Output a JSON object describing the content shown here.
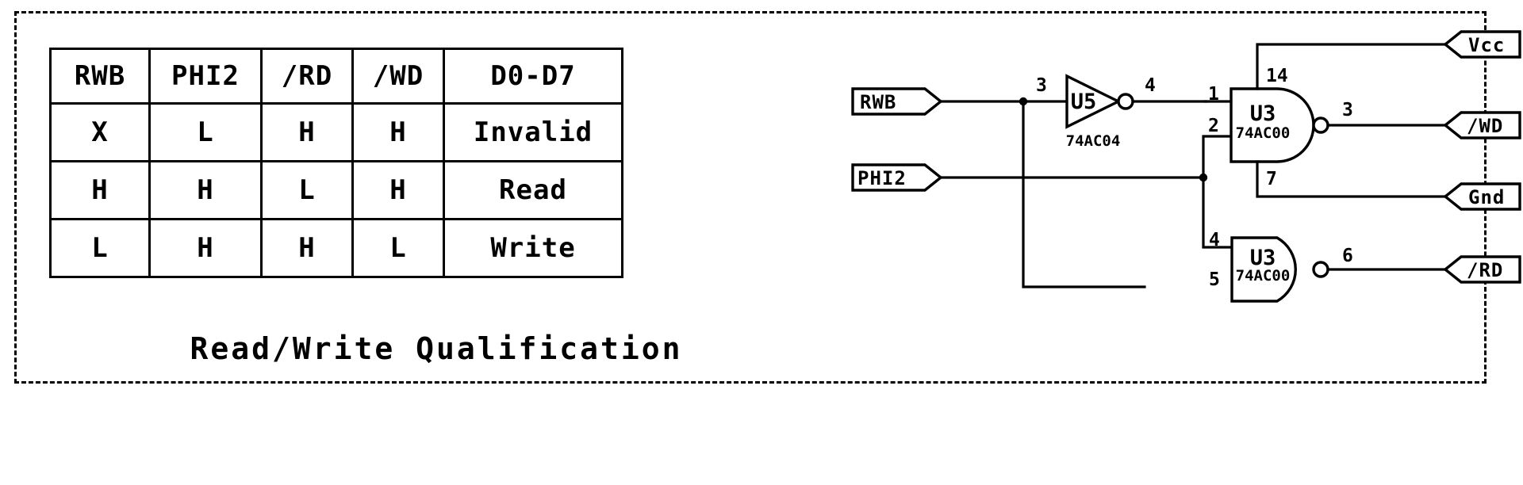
{
  "diagram": {
    "title": "Read/Write Qualification",
    "border_style": "dashed",
    "ink_color": "#000000",
    "background_color": "#ffffff"
  },
  "truth_table": {
    "headers": [
      "RWB",
      "PHI2",
      "/RD",
      "/WD",
      "D0-D7"
    ],
    "rows": [
      [
        "X",
        "L",
        "H",
        "H",
        "Invalid"
      ],
      [
        "H",
        "H",
        "L",
        "H",
        "Read"
      ],
      [
        "L",
        "H",
        "H",
        "L",
        "Write"
      ]
    ]
  },
  "schematic": {
    "input_ports": [
      {
        "label": "RWB",
        "shape": "input-flag"
      },
      {
        "label": "PHI2",
        "shape": "input-flag"
      }
    ],
    "output_ports": [
      {
        "label": "Vcc",
        "shape": "output-flag"
      },
      {
        "label": "/WD",
        "shape": "output-flag"
      },
      {
        "label": "Gnd",
        "shape": "output-flag"
      },
      {
        "label": "/RD",
        "shape": "output-flag"
      }
    ],
    "components": [
      {
        "refdes": "U5",
        "part": "74AC04",
        "type": "inverter",
        "pins": {
          "in": "3",
          "out": "4"
        }
      },
      {
        "refdes": "U3",
        "part": "74AC00",
        "type": "nand2",
        "pins": {
          "in_a": "1",
          "in_b": "2",
          "out": "3",
          "vcc": "14",
          "gnd": "7"
        }
      },
      {
        "refdes": "U3",
        "part": "74AC00",
        "type": "nand2",
        "pins": {
          "in_a": "4",
          "in_b": "5",
          "out": "6"
        }
      }
    ]
  }
}
